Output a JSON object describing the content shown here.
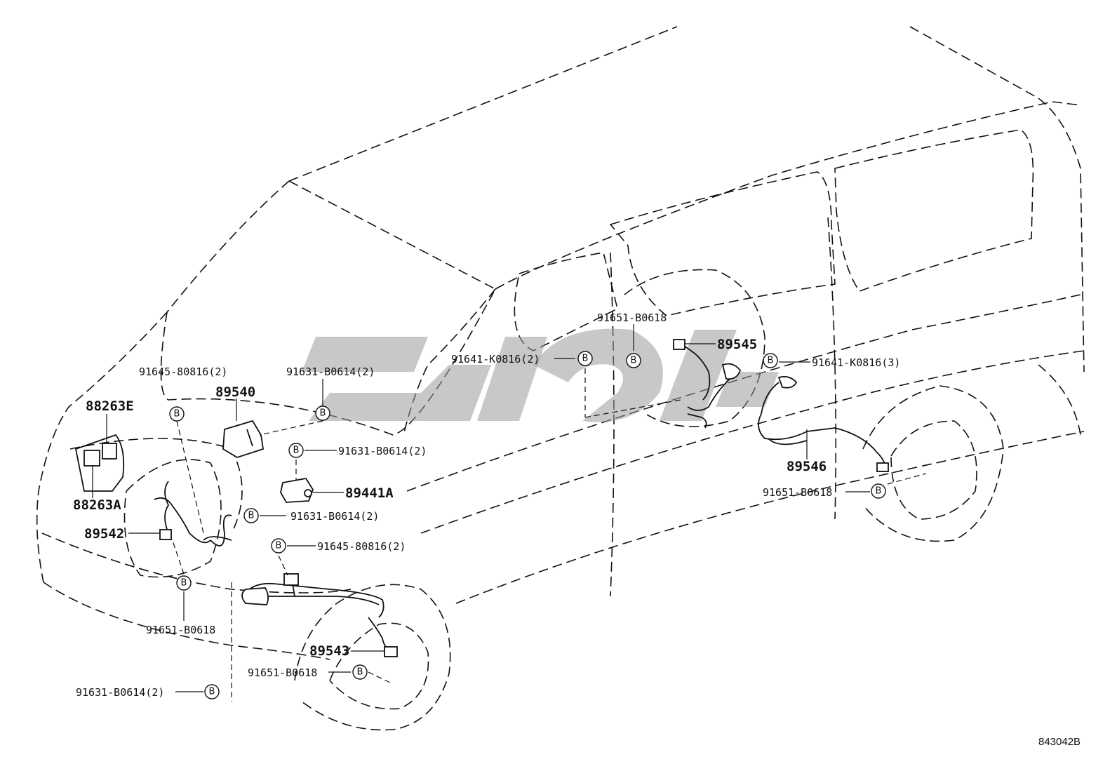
{
  "diagram": {
    "reference": "843042B",
    "bolt_symbol": "B",
    "parts": {
      "p88263E": "88263E",
      "p88263A": "88263A",
      "p89540": "89540",
      "p89441A": "89441A",
      "p89542": "89542",
      "p89543": "89543",
      "p89545": "89545",
      "p89546": "89546"
    },
    "codes": {
      "c_91645_top": "91645-80816(2)",
      "c_91631_top": "91631-B0614(2)",
      "c_91631_mid": "91631-B0614(2)",
      "c_91631_lower": "91631-B0614(2)",
      "c_91645_mid": "91645-80816(2)",
      "c_91651_front": "91651-B0618",
      "c_91651_wheel": "91651-B0618",
      "c_91631_bottom": "91631-B0614(2)",
      "c_91641_left": "91641-K0816(2)",
      "c_91651_rearTop": "91651-B0618",
      "c_91641_right": "91641-K0816(3)",
      "c_91651_rearBottom": "91651-B0618"
    }
  }
}
